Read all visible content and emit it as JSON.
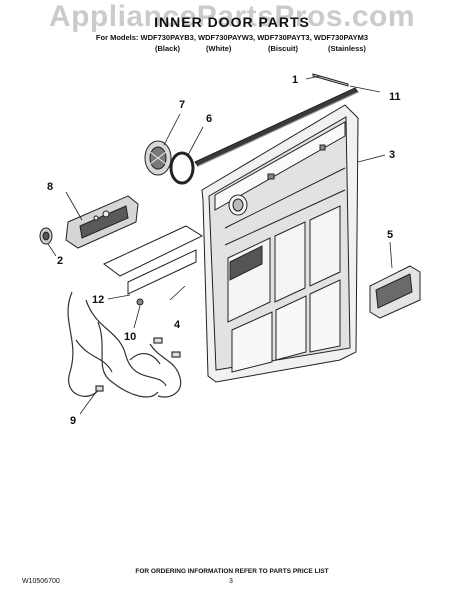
{
  "watermark": "AppliancePartsPros.com",
  "header": {
    "title": "INNER DOOR PARTS",
    "models": "For Models: WDF730PAYB3, WDF730PAYW3, WDF730PAYT3, WDF730PAYM3",
    "colors": [
      "(Black)",
      "(White)",
      "(Biscuit)",
      "(Stainless)"
    ]
  },
  "callouts": [
    "1",
    "2",
    "3",
    "4",
    "5",
    "6",
    "7",
    "8",
    "9",
    "10",
    "11",
    "12"
  ],
  "footer": {
    "note": "FOR ORDERING INFORMATION REFER TO PARTS PRICE LIST",
    "doc_number": "W10506700",
    "page": "3"
  }
}
